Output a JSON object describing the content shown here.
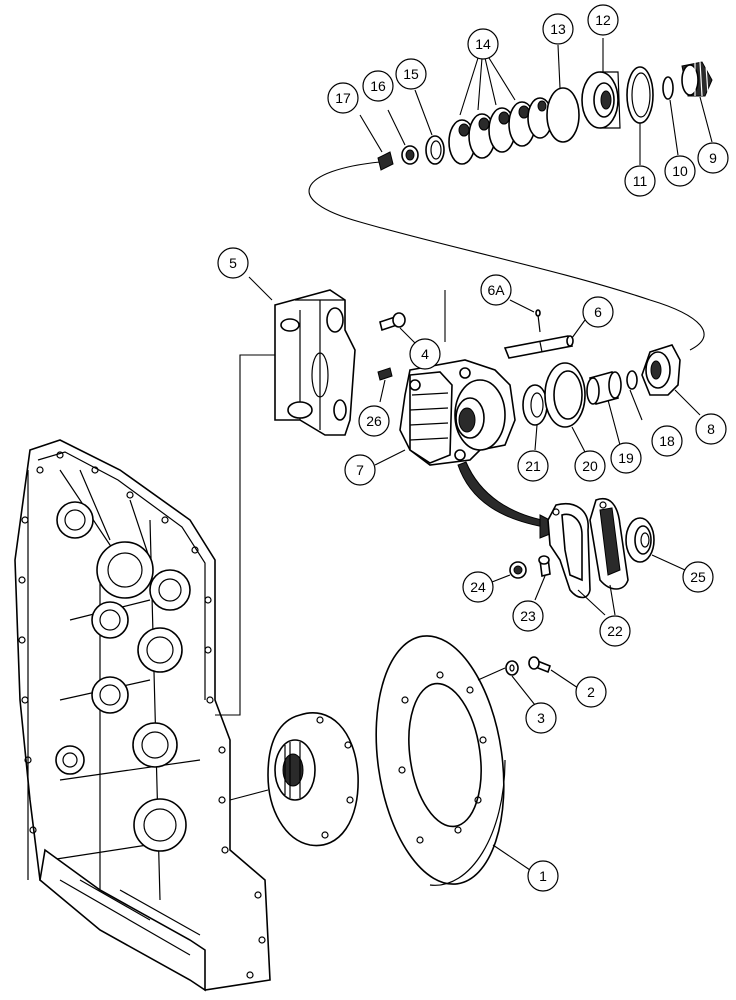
{
  "callouts": {
    "c1": "1",
    "c2": "2",
    "c3": "3",
    "c4": "4",
    "c5": "5",
    "c6": "6",
    "c6a": "6A",
    "c7": "7",
    "c8": "8",
    "c9": "9",
    "c10": "10",
    "c11": "11",
    "c12": "12",
    "c13": "13",
    "c14": "14",
    "c15": "15",
    "c16": "16",
    "c17": "17",
    "c18": "18",
    "c19": "19",
    "c20": "20",
    "c21": "21",
    "c22": "22",
    "c23": "23",
    "c24": "24",
    "c25": "25",
    "c26": "26"
  },
  "icons": {
    "housing": "transmission-housing-icon",
    "disc": "brake-disc-icon",
    "caliper": "brake-caliper-icon",
    "bracket": "mounting-bracket-icon"
  }
}
